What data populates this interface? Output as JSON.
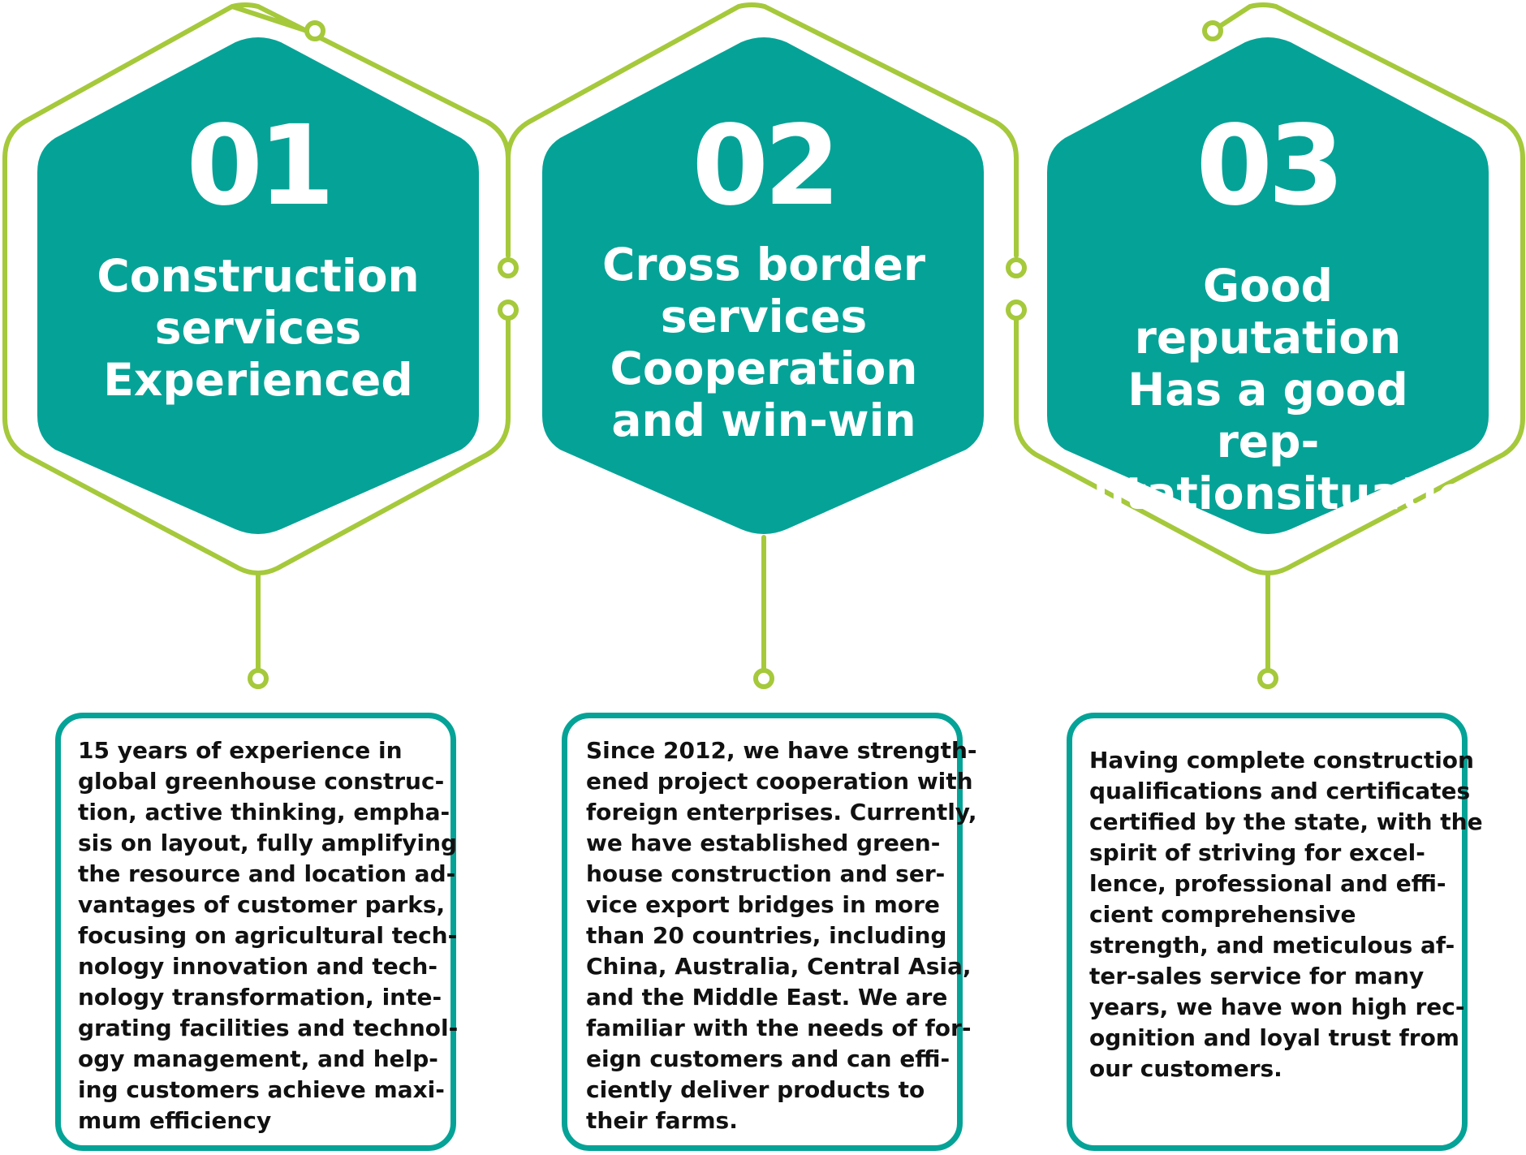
{
  "colors": {
    "hexagon_fill": "#05a397",
    "outline_green": "#a5c93b",
    "card_border": "#05a397",
    "text_white": "#ffffff",
    "text_dark": "#111111"
  },
  "items": [
    {
      "number": "01",
      "title_lines": [
        "Construction",
        "services",
        "Experienced"
      ],
      "description_lines": [
        "15 years of experience in",
        "global greenhouse construc-",
        "tion, active thinking, empha-",
        "sis on layout, fully amplifying",
        "the resource and location ad-",
        "vantages of customer parks,",
        "focusing on agricultural tech-",
        "nology innovation and tech-",
        "nology transformation, inte-",
        "grating facilities and technol-",
        "ogy management, and help-",
        "ing customers achieve maxi-",
        "mum efficiency"
      ]
    },
    {
      "number": "02",
      "title_lines": [
        "Cross border",
        "services",
        "Cooperation",
        "and win-win"
      ],
      "description_lines": [
        "Since 2012, we have strength-",
        "ened project cooperation with",
        "foreign enterprises. Currently,",
        "we have established green-",
        "house construction and ser-",
        "vice export bridges in more",
        "than 20 countries, including",
        "China, Australia, Central Asia,",
        "and the Middle East. We are",
        "familiar with the needs of for-",
        "eign customers and can effi-",
        "ciently deliver products to",
        "their farms."
      ]
    },
    {
      "number": "03",
      "title_lines": [
        "Good reputation",
        "Has a good rep-",
        "utationsituation"
      ],
      "description_lines": [
        "Having complete construction",
        "qualifications and certificates",
        "certified by the state, with the",
        "spirit of striving for excel-",
        "lence, professional and effi-",
        "cient comprehensive",
        "strength, and meticulous af-",
        "ter-sales service for many",
        "years, we have won high rec-",
        "ognition and loyal trust from",
        "our customers."
      ]
    }
  ]
}
